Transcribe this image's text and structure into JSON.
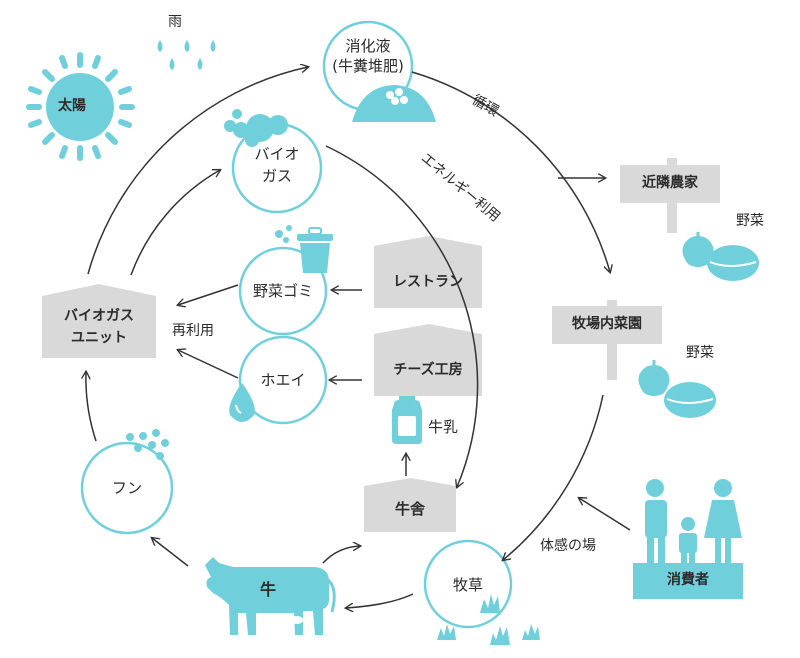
{
  "nodes": {
    "sun": "太陽",
    "rain": "雨",
    "digestate_line1": "消化液",
    "digestate_line2": "(牛糞堆肥)",
    "biogas_line1": "バイオ",
    "biogas_line2": "ガス",
    "veg_waste": "野菜ゴミ",
    "whey": "ホエイ",
    "dung": "フン",
    "cow": "牛",
    "pasture": "牧草",
    "barn": "牛舎",
    "milk": "牛乳",
    "restaurant": "レストラン",
    "cheese_workshop": "チーズ工房",
    "biogas_unit_line1": "バイオガス",
    "biogas_unit_line2": "ユニット",
    "neighbor_farmer": "近隣農家",
    "farm_garden": "牧場内菜園",
    "vegetables_1": "野菜",
    "vegetables_2": "野菜",
    "consumers": "消費者"
  },
  "labels": {
    "circulation": "循環",
    "energy_use": "エネルギー利用",
    "reuse": "再利用",
    "experience": "体感の場"
  },
  "colors": {
    "accent": "#6fd0dc",
    "text": "#2b2b2b",
    "sign_grey": "#d9d9d9",
    "arrow": "#333333"
  }
}
